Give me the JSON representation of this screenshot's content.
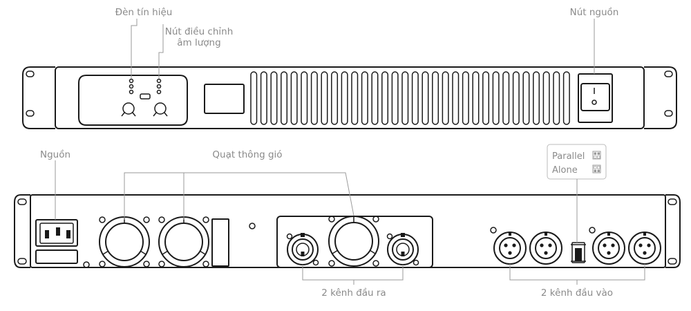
{
  "front_panel": {
    "labels": {
      "signal_lights": "Đèn tín hiệu",
      "volume_knob_line1": "Nút điều chỉnh",
      "volume_knob_line2": "âm lượng",
      "power_button": "Nút nguồn"
    }
  },
  "rear_panel": {
    "labels": {
      "power_input": "Nguồn",
      "fans": "Quạt thông gió",
      "outputs": "2 kênh đầu ra",
      "inputs": "2 kênh đầu vào"
    },
    "mode_switch": {
      "option_1": "Parallel",
      "option_2": "Alone"
    }
  },
  "colors": {
    "outline": "#1a1a1a",
    "label_text": "#8a8a8a",
    "leader_line": "#9a9a9a"
  }
}
